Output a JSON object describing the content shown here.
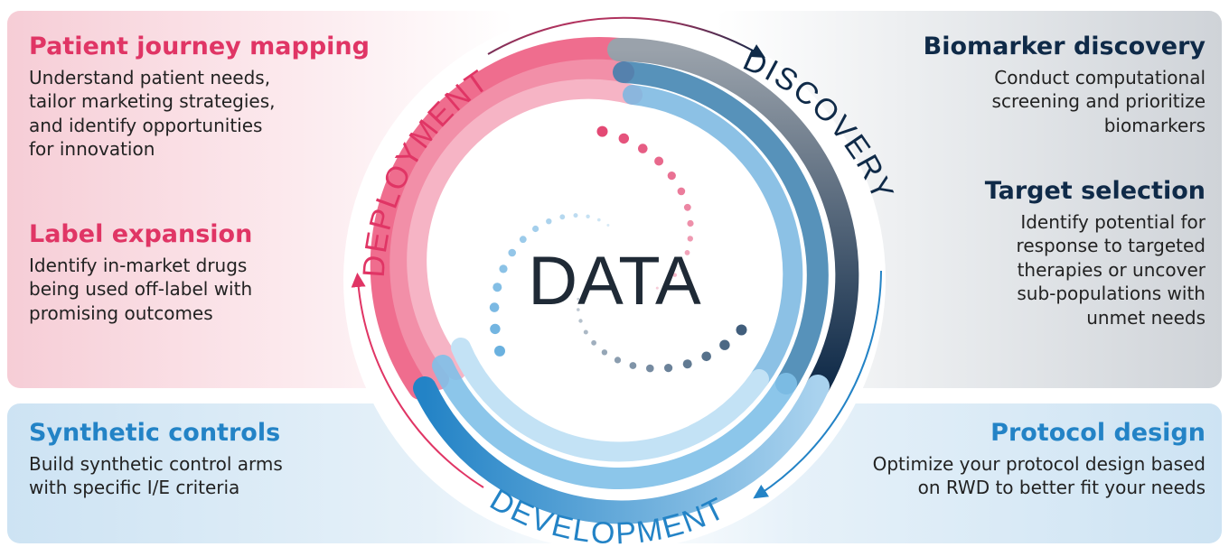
{
  "center": {
    "label": "DATA"
  },
  "phases": {
    "deployment": "DEPLOYMENT",
    "discovery": "DISCOVERY",
    "development": "DEVELOPMENT"
  },
  "deployment_items": [
    {
      "title": "Patient journey mapping",
      "lines": [
        "Understand patient needs,",
        "tailor marketing strategies,",
        "and identify opportunities",
        "for innovation"
      ]
    },
    {
      "title": "Label expansion",
      "lines": [
        "Identify in-market drugs",
        "being used off-label with",
        "promising outcomes"
      ]
    }
  ],
  "discovery_items": [
    {
      "title": "Biomarker discovery",
      "lines": [
        "Conduct computational",
        "screening and prioritize",
        "biomarkers"
      ]
    },
    {
      "title": "Target selection",
      "lines": [
        "Identify potential for",
        "response to targeted",
        "therapies or uncover",
        "sub-populations with",
        "unmet needs"
      ]
    }
  ],
  "development_items": [
    {
      "title": "Synthetic controls",
      "lines": [
        "Build synthetic control arms",
        "with specific I/E criteria"
      ]
    },
    {
      "title": "Protocol design",
      "lines": [
        "Optimize your protocol design based",
        "on RWD to better fit your needs"
      ]
    }
  ],
  "colors": {
    "deployment": "#e03565",
    "discovery": "#0f2a48",
    "development": "#2383c6"
  }
}
